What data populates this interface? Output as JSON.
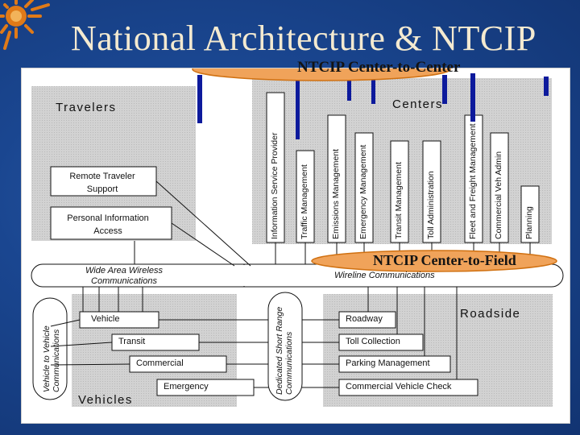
{
  "slide": {
    "title": "National Architecture & NTCIP",
    "accent_orange": "#e88a1e",
    "bar_color": "#0d1a9c"
  },
  "callouts": {
    "c2c": "NTCIP Center-to-Center",
    "c2f": "NTCIP Center-to-Field"
  },
  "diagram": {
    "travelers": {
      "title": "Travelers",
      "items": [
        "Remote Traveler Support",
        "Personal Information Access"
      ]
    },
    "centers": {
      "title": "Centers",
      "items": [
        "Information Service Provider",
        "Traffic Management",
        "Emissions Management",
        "Emergency Management",
        "Transit Management",
        "Toll Administration",
        "Fleet and Freight Management",
        "Commercial Veh Admin",
        "Planning"
      ]
    },
    "communications": {
      "wide_area": "Wide Area Wireless Communications",
      "wireline": "Wireline Communications",
      "v2v": "Vehicle to Vehicle Communications",
      "dsrc": "Dedicated Short Range Communications"
    },
    "vehicles": {
      "title": "Vehicles",
      "items": [
        "Vehicle",
        "Transit",
        "Commercial",
        "Emergency"
      ]
    },
    "roadside": {
      "title": "Roadside",
      "items": [
        "Roadway",
        "Toll Collection",
        "Parking Management",
        "Commercial Vehicle Check"
      ]
    }
  }
}
